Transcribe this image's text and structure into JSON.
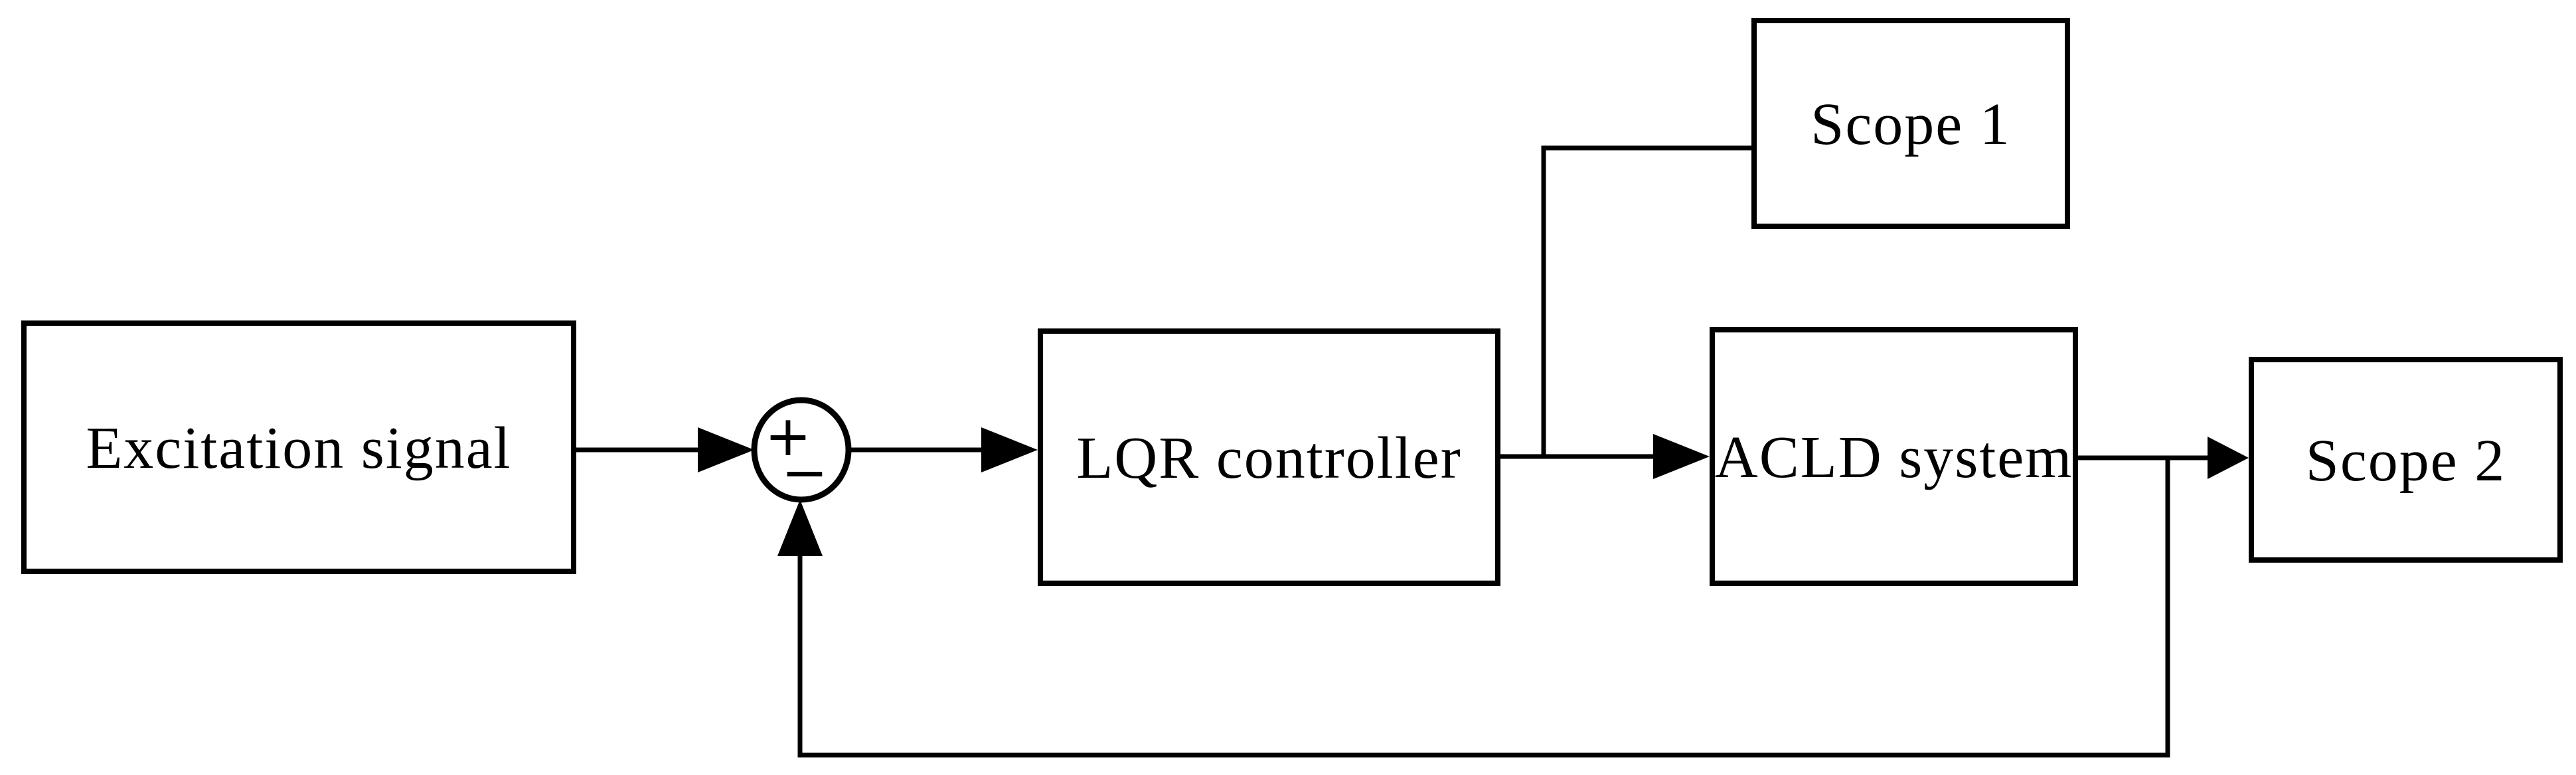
{
  "page": {
    "background_color": "#ffffff",
    "line_color": "#000000"
  },
  "blocks": {
    "excitation": {
      "label": "Excitation signal"
    },
    "lqr": {
      "label": "LQR controller"
    },
    "acld": {
      "label": "ACLD system"
    },
    "scope1": {
      "label": "Scope 1"
    },
    "scope2": {
      "label": "Scope 2"
    }
  },
  "summing_junction": {
    "plus_sign": "+",
    "minus_sign": "−"
  }
}
